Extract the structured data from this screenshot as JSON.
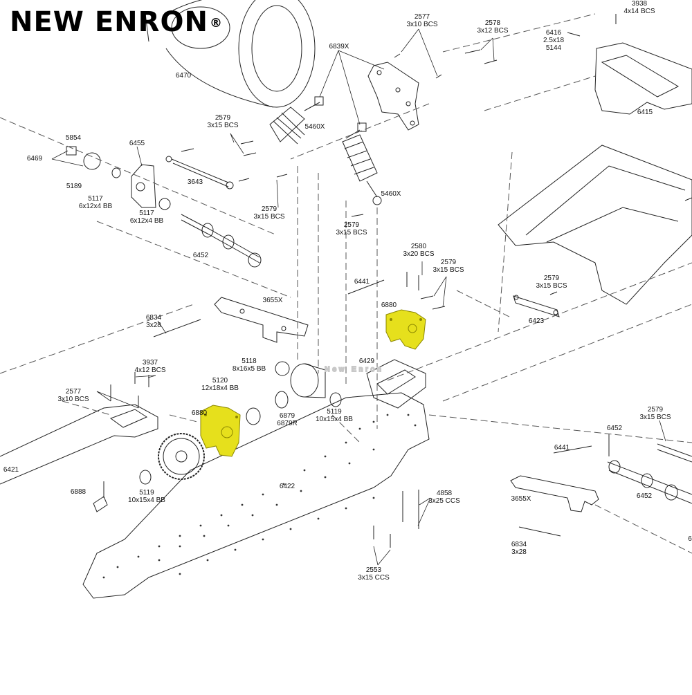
{
  "brand": {
    "name": "NEW ENRON",
    "mark": "®"
  },
  "watermark": {
    "text": "New Enron"
  },
  "colors": {
    "highlight": "#e6e01c",
    "highlight_stroke": "#8a8600",
    "line": "#222222"
  },
  "labels": [
    {
      "id": "l-6470",
      "lines": [
        "6470"
      ]
    },
    {
      "id": "l-2577a",
      "lines": [
        "2577",
        "3x10 BCS"
      ]
    },
    {
      "id": "l-2578",
      "lines": [
        "2578",
        "3x12 BCS"
      ]
    },
    {
      "id": "l-6839x",
      "lines": [
        "6839X"
      ]
    },
    {
      "id": "l-3938",
      "lines": [
        "3938",
        "4x14 BCS"
      ]
    },
    {
      "id": "l-6416",
      "lines": [
        "6416",
        "2.5x18",
        "5144"
      ]
    },
    {
      "id": "l-6415",
      "lines": [
        "6415"
      ]
    },
    {
      "id": "l-2579a",
      "lines": [
        "2579",
        "3x15 BCS"
      ]
    },
    {
      "id": "l-5460xa",
      "lines": [
        "5460X"
      ]
    },
    {
      "id": "l-5460xb",
      "lines": [
        "5460X"
      ]
    },
    {
      "id": "l-5854",
      "lines": [
        "5854"
      ]
    },
    {
      "id": "l-6469",
      "lines": [
        "6469"
      ]
    },
    {
      "id": "l-5189",
      "lines": [
        "5189"
      ]
    },
    {
      "id": "l-6455",
      "lines": [
        "6455"
      ]
    },
    {
      "id": "l-5117a",
      "lines": [
        "5117",
        "6x12x4 BB"
      ]
    },
    {
      "id": "l-5117b",
      "lines": [
        "5117",
        "6x12x4 BB"
      ]
    },
    {
      "id": "l-3643",
      "lines": [
        "3643"
      ]
    },
    {
      "id": "l-2579b",
      "lines": [
        "2579",
        "3x15 BCS"
      ]
    },
    {
      "id": "l-2579c",
      "lines": [
        "2579",
        "3x15 BCS"
      ]
    },
    {
      "id": "l-6452a",
      "lines": [
        "6452"
      ]
    },
    {
      "id": "l-2580",
      "lines": [
        "2580",
        "3x20 BCS"
      ]
    },
    {
      "id": "l-2579d",
      "lines": [
        "2579",
        "3x15 BCS"
      ]
    },
    {
      "id": "l-6441a",
      "lines": [
        "6441"
      ]
    },
    {
      "id": "l-3655xa",
      "lines": [
        "3655X"
      ]
    },
    {
      "id": "l-6880a",
      "lines": [
        "6880"
      ]
    },
    {
      "id": "l-2579e",
      "lines": [
        "2579",
        "3x15 BCS"
      ]
    },
    {
      "id": "l-6423",
      "lines": [
        "6423"
      ]
    },
    {
      "id": "l-6834a",
      "lines": [
        "6834",
        "3x28"
      ]
    },
    {
      "id": "l-5118",
      "lines": [
        "5118",
        "8x16x5 BB"
      ]
    },
    {
      "id": "l-6429",
      "lines": [
        "6429"
      ]
    },
    {
      "id": "l-3937",
      "lines": [
        "3937",
        "4x12 BCS"
      ]
    },
    {
      "id": "l-5120",
      "lines": [
        "5120",
        "12x18x4 BB"
      ]
    },
    {
      "id": "l-2577b",
      "lines": [
        "2577",
        "3x10 BCS"
      ]
    },
    {
      "id": "l-6880b",
      "lines": [
        "6880"
      ]
    },
    {
      "id": "l-6879",
      "lines": [
        "6879",
        "6879R"
      ]
    },
    {
      "id": "l-5119a",
      "lines": [
        "5119",
        "10x15x4 BB"
      ]
    },
    {
      "id": "l-2579f",
      "lines": [
        "2579",
        "3x15 BCS"
      ]
    },
    {
      "id": "l-6452b",
      "lines": [
        "6452"
      ]
    },
    {
      "id": "l-6441b",
      "lines": [
        "6441"
      ]
    },
    {
      "id": "l-6421",
      "lines": [
        "6421"
      ]
    },
    {
      "id": "l-6422",
      "lines": [
        "6422"
      ]
    },
    {
      "id": "l-6888",
      "lines": [
        "6888"
      ]
    },
    {
      "id": "l-5119b",
      "lines": [
        "5119",
        "10x15x4 BB"
      ]
    },
    {
      "id": "l-4858",
      "lines": [
        "4858",
        "3x25 CCS"
      ]
    },
    {
      "id": "l-3655xb",
      "lines": [
        "3655X"
      ]
    },
    {
      "id": "l-6452c",
      "lines": [
        "6452"
      ]
    },
    {
      "id": "l-6834b",
      "lines": [
        "6834",
        "3x28"
      ]
    },
    {
      "id": "l-2553",
      "lines": [
        "2553",
        "3x15 CCS"
      ]
    },
    {
      "id": "l-6edge",
      "lines": [
        "6"
      ]
    }
  ]
}
